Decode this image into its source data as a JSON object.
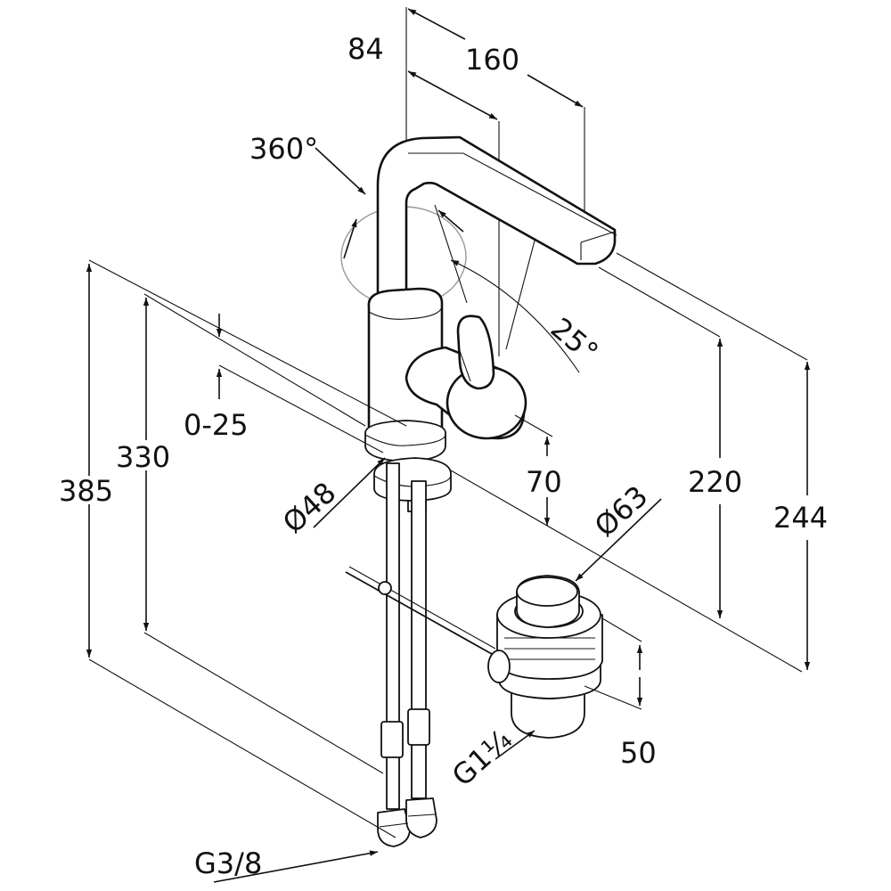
{
  "dimensions": {
    "reach_84": "84",
    "reach_160": "160",
    "swivel": "360°",
    "lever_angle": "25°",
    "height_385": "385",
    "height_330": "330",
    "adjust": "0-25",
    "dia_48": "Ø48",
    "depth_70": "70",
    "dia_63": "Ø63",
    "height_220": "220",
    "height_244": "244",
    "waste_50": "50",
    "waste_thread": "G1¼",
    "hose_thread": "G3/8"
  },
  "colors": {
    "ink": "#111111",
    "paper": "#ffffff"
  }
}
